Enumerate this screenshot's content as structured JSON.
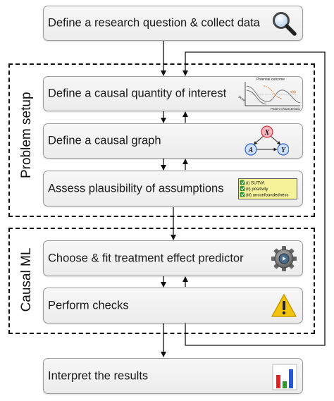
{
  "steps": {
    "define_question": "Define a research question & collect data",
    "causal_quantity": "Define a causal quantity of interest",
    "causal_graph": "Define a causal graph",
    "assumptions": "Assess plausibility of assumptions",
    "fit_predictor": "Choose & fit treatment effect predictor",
    "checks": "Perform checks",
    "interpret": "Interpret the results"
  },
  "groups": {
    "problem_setup": "Problem setup",
    "causal_ml": "Causal ML"
  },
  "plot_icon": {
    "title": "Potential outcome",
    "xlabel": "Patient characteristic",
    "ylabel": "Dose",
    "annotation": "τ(x)"
  },
  "graph_icon": {
    "nodes": [
      "X",
      "A",
      "Y"
    ]
  },
  "checklist_icon": {
    "items": [
      "(i) SUTVA",
      "(ii) positivity",
      "(iii) unconfoundedness"
    ]
  },
  "icons": {
    "define_question": "magnifier-icon",
    "fit_predictor": "gear-icon",
    "checks": "warning-icon",
    "interpret": "bar-chart-icon"
  },
  "colors": {
    "node_x": "#e35d6a",
    "node_a": "#3b74d6",
    "node_y": "#3b74d6",
    "warning": "#f2c40f",
    "checklist_bg": "#f6f29a",
    "check_green": "#2e9b2e"
  }
}
